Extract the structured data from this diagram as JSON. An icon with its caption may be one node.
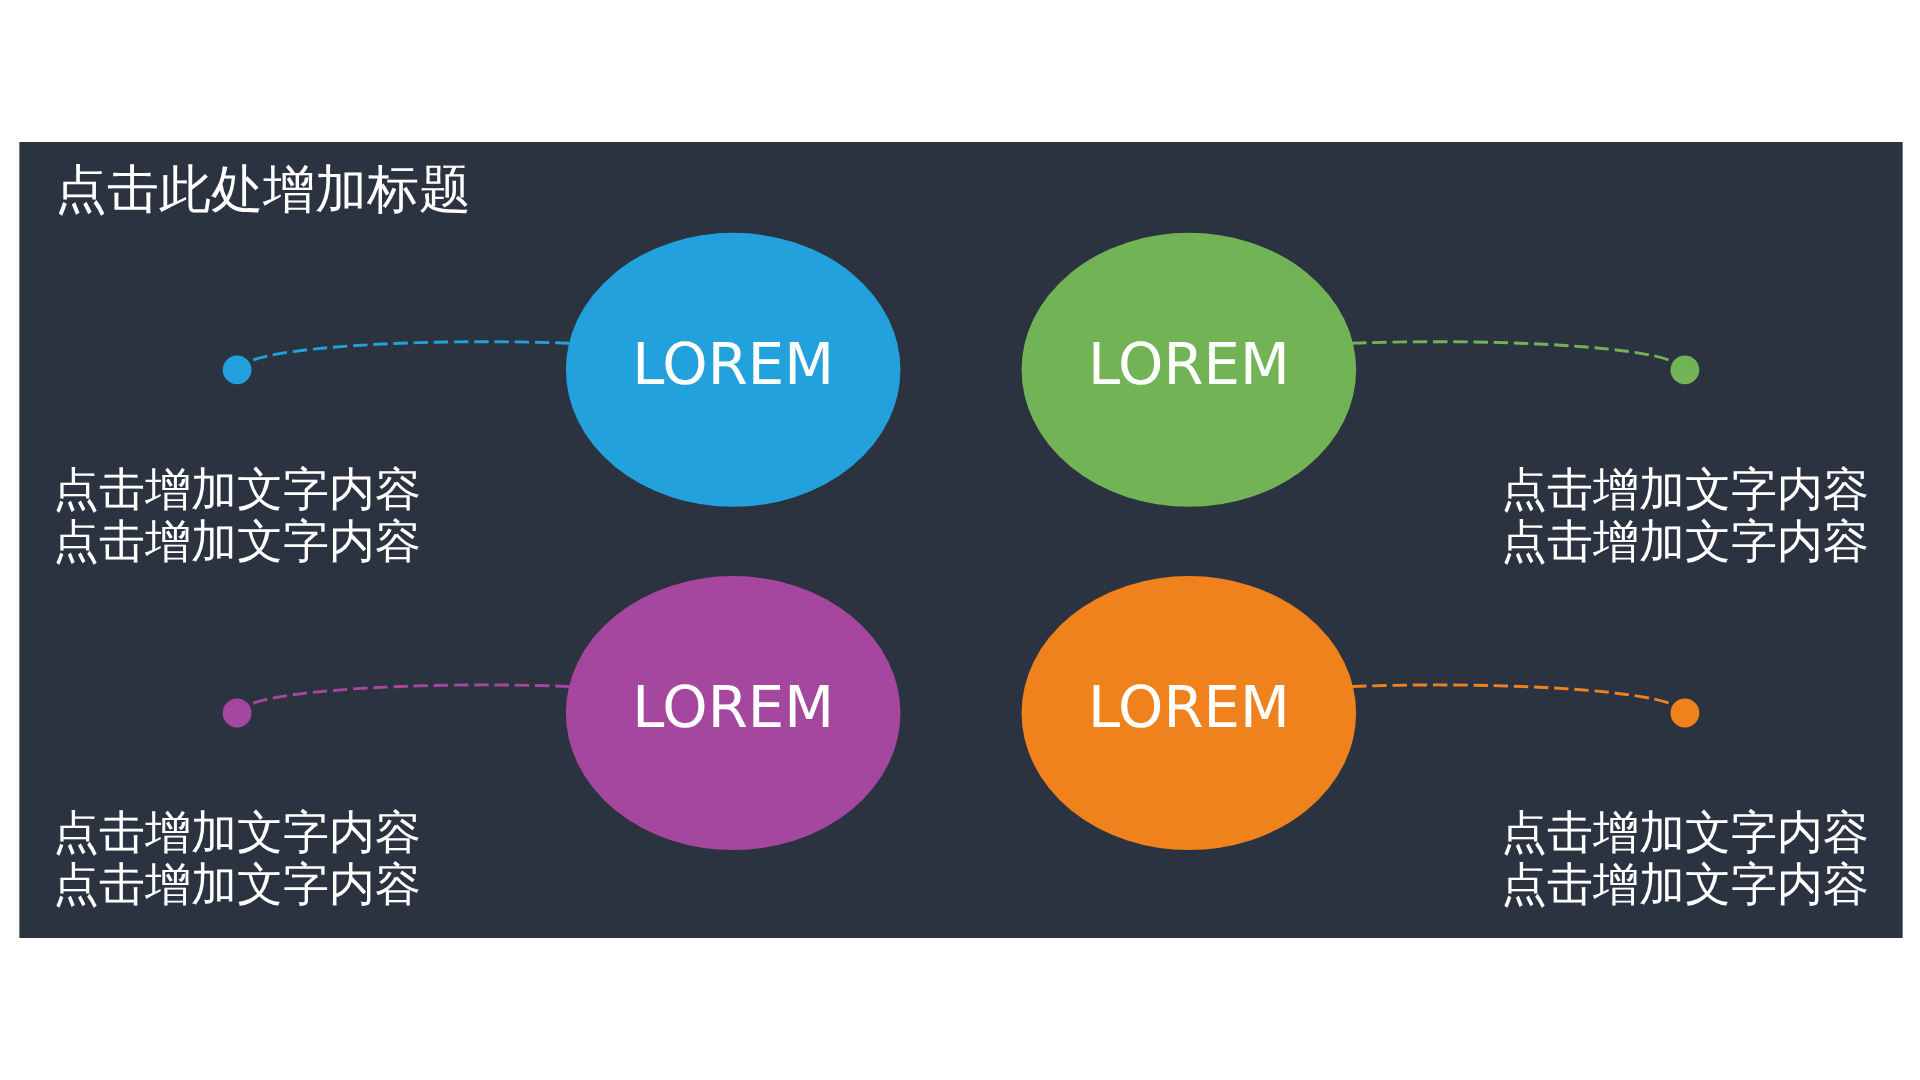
{
  "diagram": {
    "title": "点击此处增加标题",
    "nodes": [
      {
        "text": [
          "LOREM"
        ]
      },
      {
        "text": [
          "LOREM"
        ]
      },
      {
        "text": [
          "LOREM"
        ]
      },
      {
        "text": [
          "LOREM"
        ]
      },
      {
        "text": [],
        "shape": "circle",
        "beside": [
          "点击增加文字内容",
          "点击增加文字内容"
        ]
      },
      {
        "text": [],
        "shape": "circle",
        "beside": [
          "点击增加文字内容",
          "点击增加文字内容"
        ]
      },
      {
        "text": [],
        "shape": "circle",
        "beside": [
          "点击增加文字内容",
          "点击增加文字内容"
        ]
      },
      {
        "text": [],
        "shape": "circle",
        "beside": [
          "点击增加文字内容",
          "点击增加文字内容"
        ]
      }
    ],
    "edges": [
      {
        "from": 0,
        "to": 4,
        "arrow": "none",
        "style": "dashed",
        "color": "#a5479f"
      },
      {
        "from": 1,
        "to": 5,
        "arrow": "none",
        "style": "dashed",
        "color": "#f0821e"
      },
      {
        "from": 2,
        "to": 6,
        "arrow": "none",
        "style": "dashed",
        "color": "#23a1dc"
      },
      {
        "from": 3,
        "to": 7,
        "arrow": "none",
        "style": "dashed",
        "color": "#72b356"
      }
    ]
  }
}
